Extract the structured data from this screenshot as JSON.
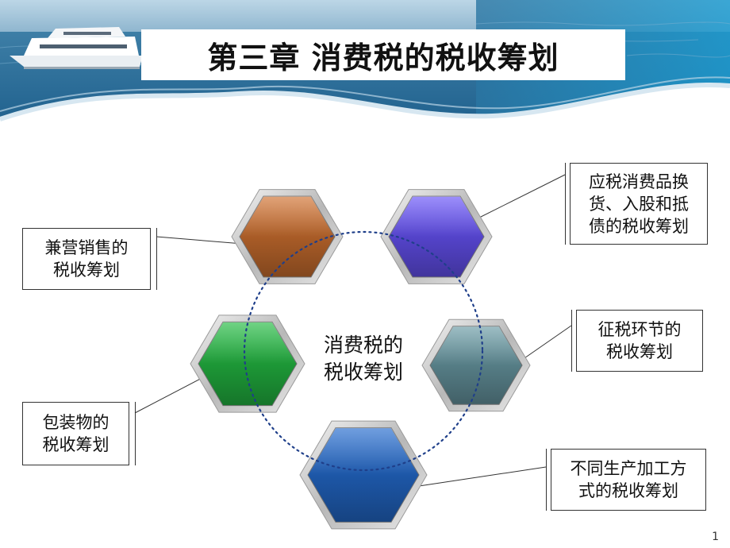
{
  "title": "第三章 消费税的税收筹划",
  "center": "消费税的\n税收筹划",
  "page_number": "1",
  "colors": {
    "brown": "#b5622a",
    "purple": "#5a48d8",
    "green": "#1fa33a",
    "teal": "#5b868f",
    "blue": "#1f5db3"
  },
  "labels": {
    "jianying": "兼营销售的\n税收筹划",
    "huanhuo": "应税消费品换\n货、入股和抵\n债的税收筹划",
    "zhengshui": "征税环节的\n税收筹划",
    "baozhuang": "包装物的\n税收筹划",
    "jiagong": "不同生产加工方\n式的税收筹划"
  }
}
